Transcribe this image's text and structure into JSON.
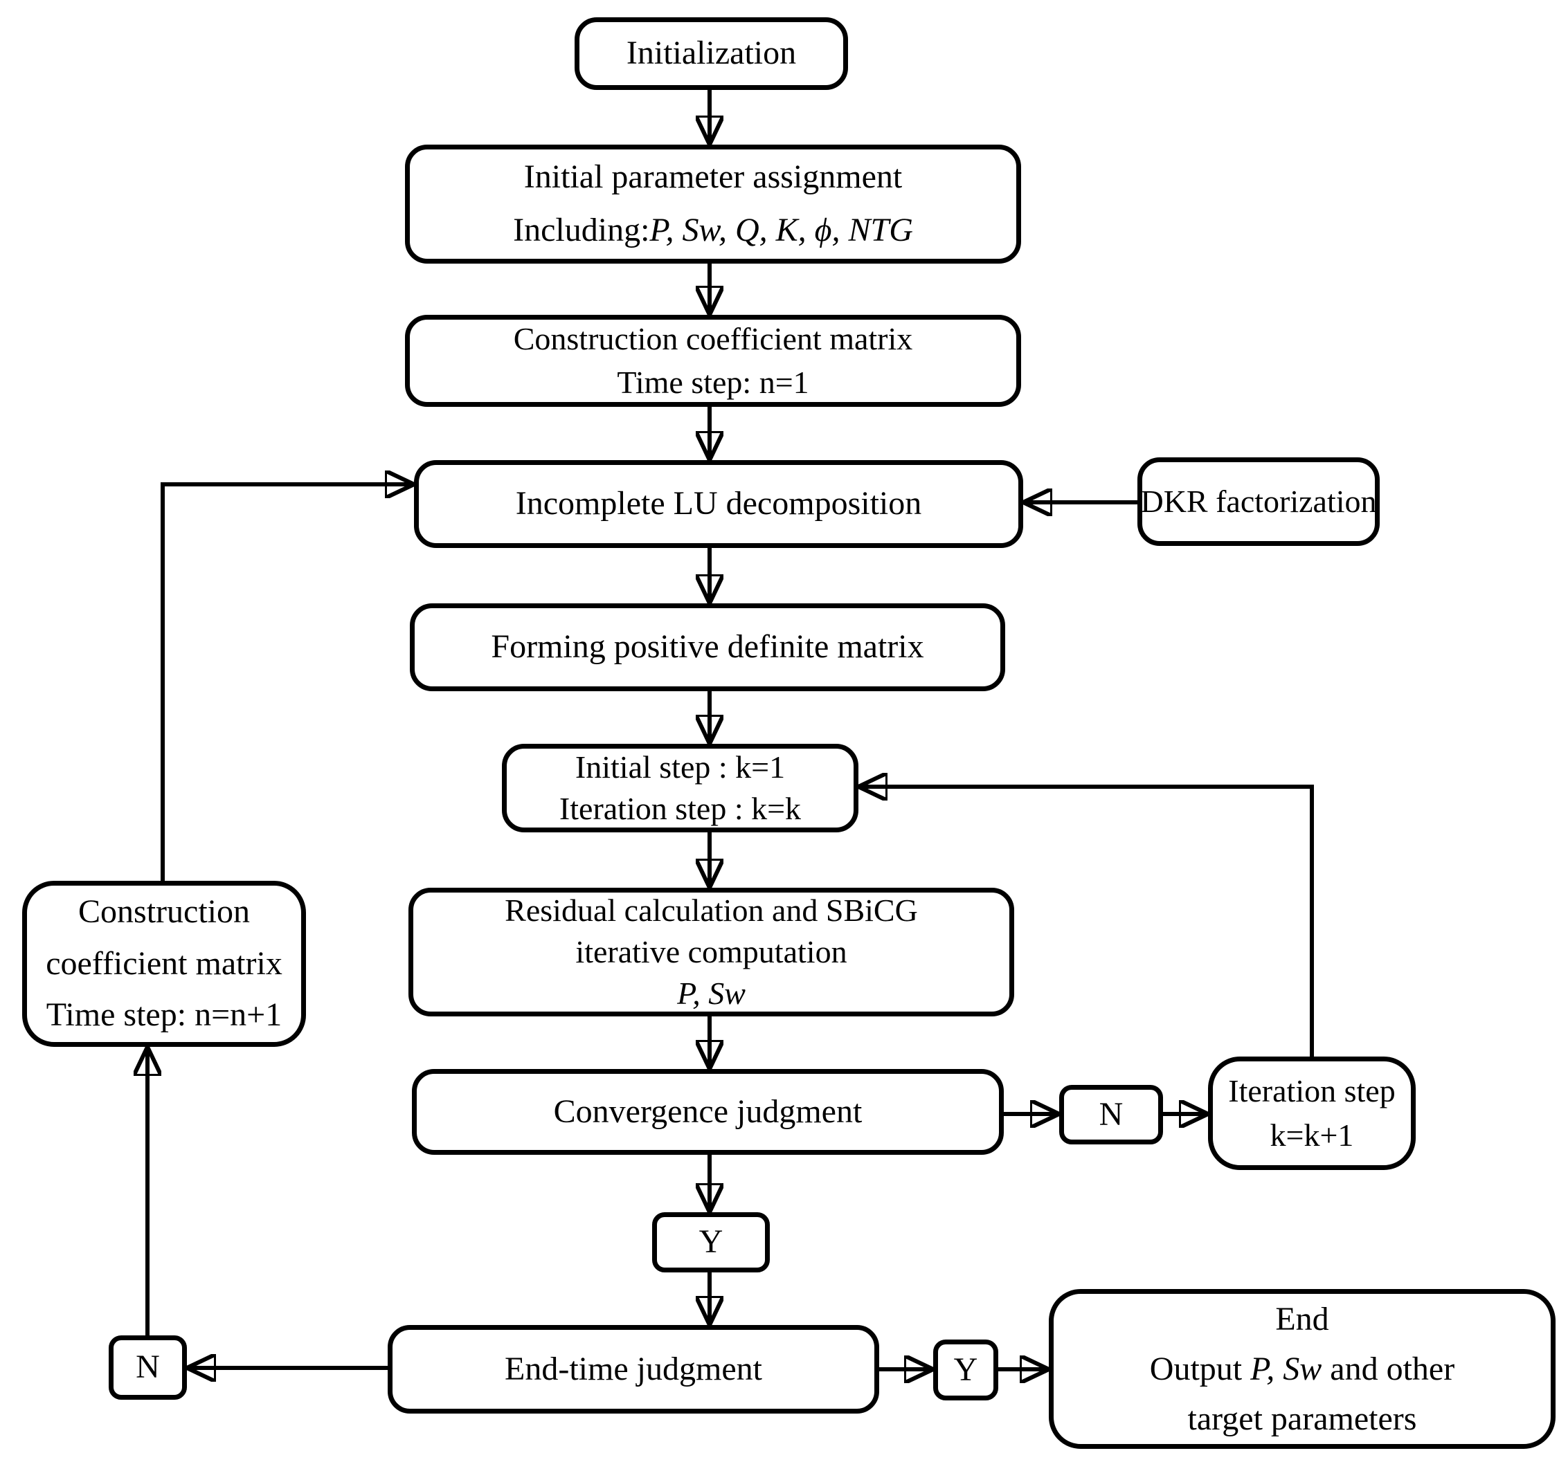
{
  "diagram": {
    "background_color": "#ffffff",
    "stroke_color": "#000000",
    "nodes": {
      "initialization": {
        "label": "Initialization"
      },
      "initial_parameter": {
        "line1": "Initial parameter assignment",
        "line2_prefix": "Including:",
        "line2_vars": "P, Sw, Q, K, ϕ, NTG"
      },
      "construction_matrix_n1": {
        "line1": "Construction coefficient matrix",
        "line2": "Time step: n=1"
      },
      "incomplete_lu": {
        "label": "Incomplete LU decomposition"
      },
      "dkr_factorization": {
        "label": "DKR factorization"
      },
      "forming_positive_definite": {
        "label": "Forming positive definite matrix"
      },
      "initial_step": {
        "line1": "Initial step : k=1",
        "line2": "Iteration step : k=k"
      },
      "residual_sbicg": {
        "line1": "Residual calculation and SBiCG",
        "line2": "iterative computation",
        "line3_vars": "P, Sw"
      },
      "convergence_judgment": {
        "label": "Convergence judgment"
      },
      "n_convergence": {
        "label": "N"
      },
      "iteration_step": {
        "line1": "Iteration step",
        "line2": "k=k+1"
      },
      "y_convergence": {
        "label": "Y"
      },
      "end_time_judgment": {
        "label": "End-time judgment"
      },
      "n_end_time": {
        "label": "N"
      },
      "construction_matrix_next": {
        "line1": "Construction",
        "line2": "coefficient matrix",
        "line3": "Time step: n=n+1"
      },
      "y_end_time": {
        "label": "Y"
      },
      "end_output": {
        "line1": "End",
        "line2_prefix": "Output ",
        "line2_vars": "P, Sw",
        "line2_suffix": " and other",
        "line3": "target parameters"
      }
    },
    "edges": [
      [
        "initialization",
        "initial_parameter"
      ],
      [
        "initial_parameter",
        "construction_matrix_n1"
      ],
      [
        "construction_matrix_n1",
        "incomplete_lu"
      ],
      [
        "dkr_factorization",
        "incomplete_lu"
      ],
      [
        "incomplete_lu",
        "forming_positive_definite"
      ],
      [
        "forming_positive_definite",
        "initial_step"
      ],
      [
        "initial_step",
        "residual_sbicg"
      ],
      [
        "residual_sbicg",
        "convergence_judgment"
      ],
      [
        "convergence_judgment",
        "n_convergence"
      ],
      [
        "n_convergence",
        "iteration_step"
      ],
      [
        "iteration_step",
        "initial_step"
      ],
      [
        "convergence_judgment",
        "y_convergence"
      ],
      [
        "y_convergence",
        "end_time_judgment"
      ],
      [
        "end_time_judgment",
        "y_end_time"
      ],
      [
        "y_end_time",
        "end_output"
      ],
      [
        "end_time_judgment",
        "n_end_time"
      ],
      [
        "n_end_time",
        "construction_matrix_next"
      ],
      [
        "construction_matrix_next",
        "incomplete_lu"
      ]
    ]
  }
}
